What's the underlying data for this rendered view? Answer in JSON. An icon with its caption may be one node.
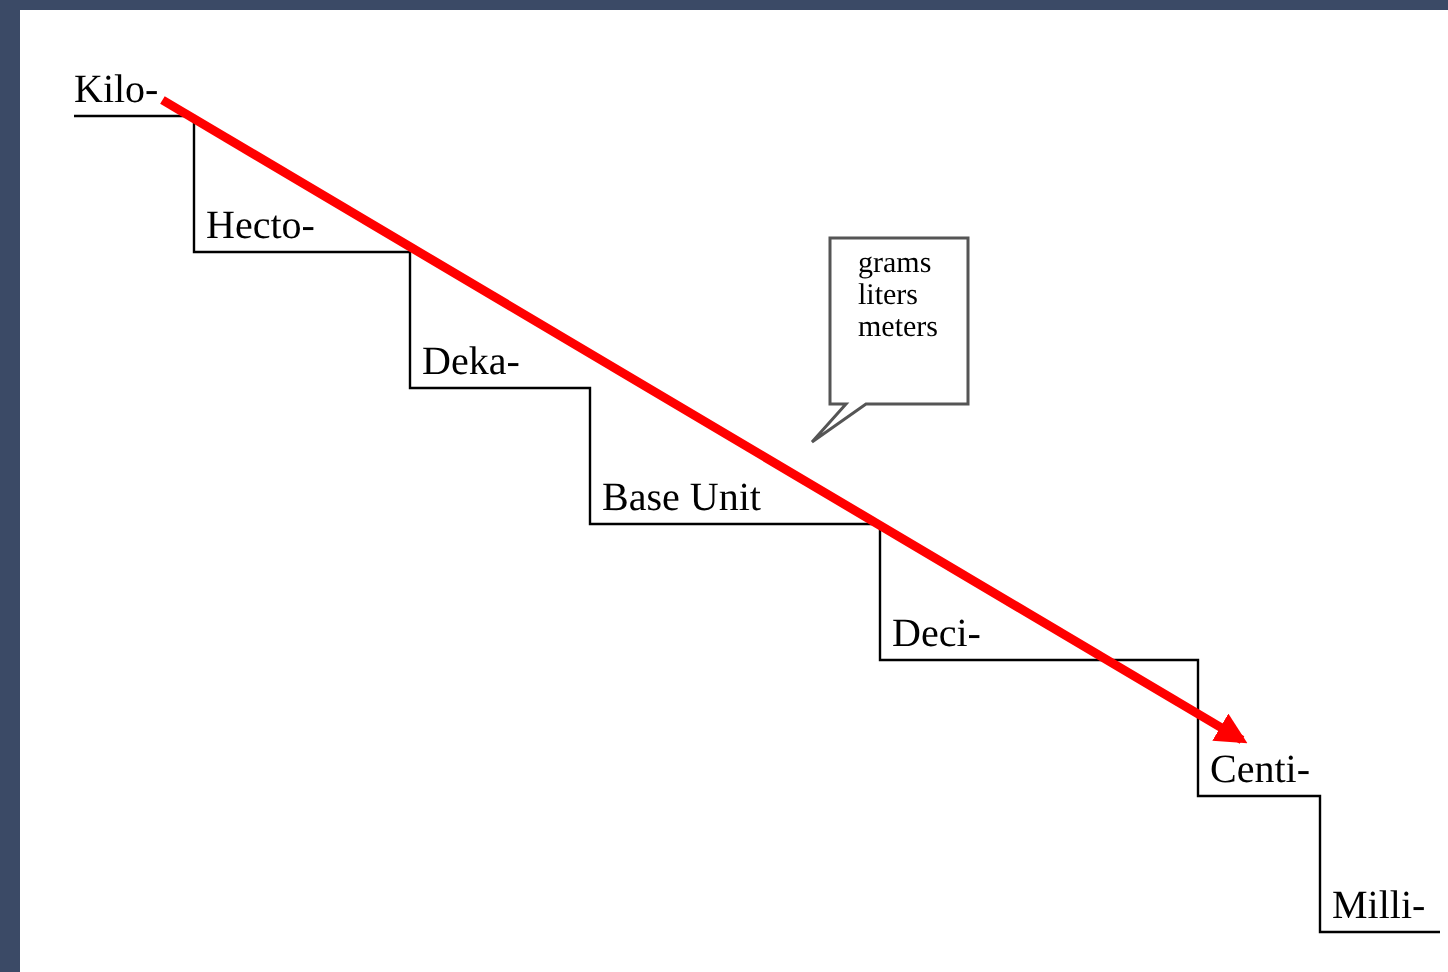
{
  "diagram": {
    "nodes": [
      {
        "text": [
          "Kilo-"
        ]
      },
      {
        "text": [
          "Hecto-"
        ]
      },
      {
        "text": [
          "Deka-"
        ]
      },
      {
        "text": [
          "Base Unit"
        ]
      },
      {
        "text": [
          "Deci-"
        ]
      },
      {
        "text": [
          "Centi-"
        ]
      },
      {
        "text": [
          "Milli-"
        ]
      },
      {
        "text": [
          "grams liters meters"
        ]
      }
    ],
    "edges": [
      {
        "from": 0,
        "to": 5,
        "arrow": "to",
        "color": "#ff0000"
      }
    ]
  }
}
